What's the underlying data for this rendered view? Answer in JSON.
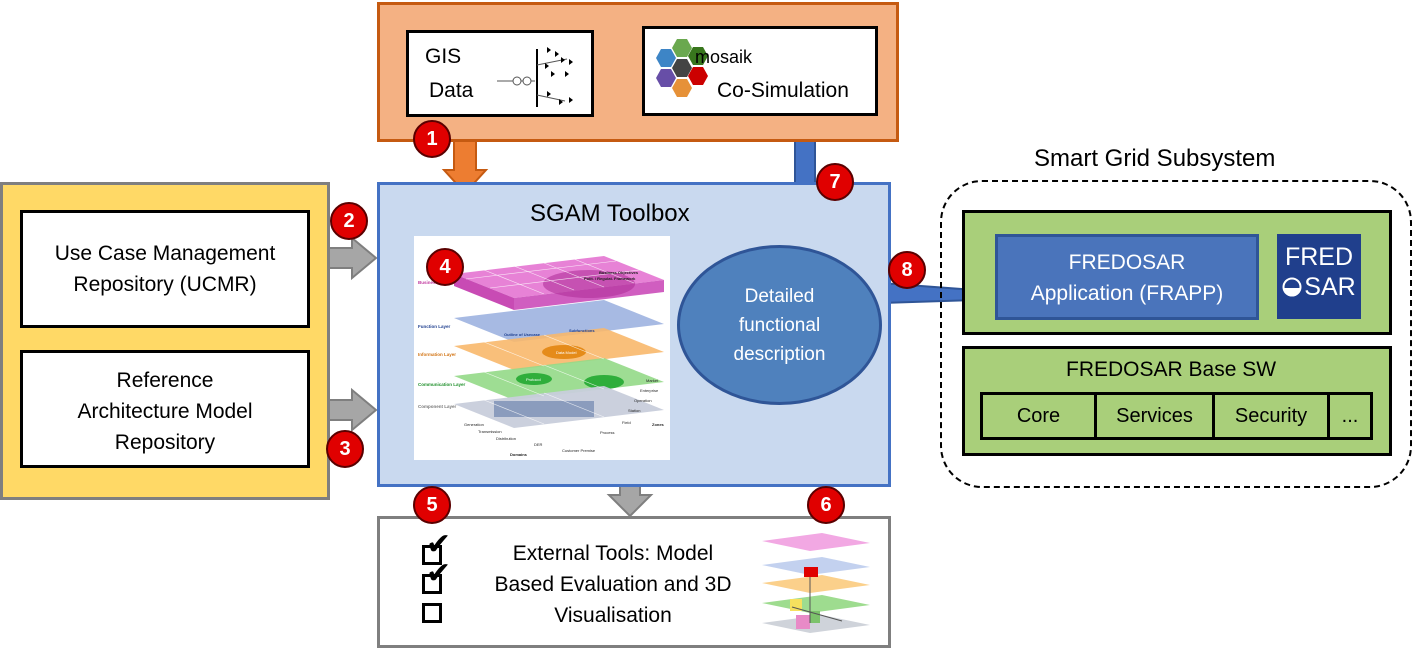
{
  "gis": {
    "line1": "GIS",
    "line2": "Data"
  },
  "mosaik": {
    "logo_text": "mosaik",
    "label": "Co-Simulation"
  },
  "sgam": {
    "title": "SGAM Toolbox",
    "ellipse_text": "Detailed functional description"
  },
  "sources": {
    "ucmr": "Use Case Management Repository (UCMR)",
    "ref_line1": "Reference",
    "ref_line2": "Architecture Model",
    "ref_line3": "Repository"
  },
  "smart_grid": {
    "title": "Smart Grid Subsystem",
    "app_line1": "FREDOSAR",
    "app_line2": "Application (FRAPP)",
    "logo_top": "FRED",
    "logo_bottom": "SAR",
    "base_title": "FREDOSAR Base SW",
    "modules": [
      "Core",
      "Services",
      "Security",
      "..."
    ]
  },
  "external": {
    "line1": "External Tools: Model",
    "line2": "Based Evaluation and 3D",
    "line3": "Visualisation"
  },
  "badges": [
    "1",
    "2",
    "3",
    "4",
    "5",
    "6",
    "7",
    "8"
  ],
  "sgam_layers": [
    "Business Layer",
    "Function Layer",
    "Information Layer",
    "Communication Layer",
    "Component Layer"
  ],
  "sgam_axes": {
    "domains": "Domains",
    "zones": "Zones",
    "domain_list": [
      "Generation",
      "Transmission",
      "Distribution",
      "DER",
      "Customer Premise"
    ],
    "zone_list": [
      "Process",
      "Field",
      "Station",
      "Operation",
      "Enterprise",
      "Market"
    ]
  },
  "sgam_labels": {
    "business_objectives": "Business Objectives",
    "polit": "Polit. / Regulat. Framework",
    "outline": "Outline of Usecase",
    "subfunctions": "Subfunctions",
    "data_model": "Data Model",
    "protocol": "Protocol"
  },
  "colors": {
    "orange_panel": "#f4b183",
    "orange_border": "#c55a11",
    "yellow_panel": "#ffd966",
    "sgam_panel": "#c9d9ef",
    "sgam_border": "#4472c4",
    "ellipse": "#4472c4",
    "green_panel": "#a9cf7a",
    "fredosar_app": "#4a74bb",
    "fredosar_logo": "#203f8c",
    "badge_red": "#e00000"
  }
}
